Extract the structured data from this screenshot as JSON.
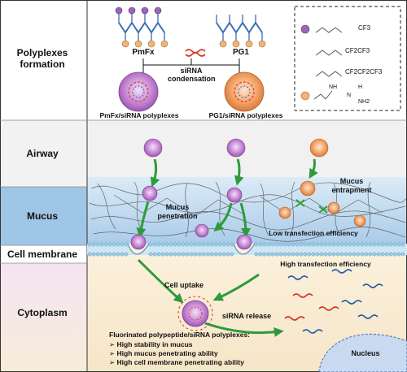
{
  "rows": [
    {
      "label": "Polyplexes formation"
    },
    {
      "label": "Airway"
    },
    {
      "label": "Mucus"
    },
    {
      "label": "Cell membrane"
    },
    {
      "label": "Cytoplasm"
    }
  ],
  "formation": {
    "polymer_a": "PmFx",
    "polymer_b": "PG1",
    "condensation": "siRNA condensation",
    "polyplex_a": "PmFx/siRNA polyplexes",
    "polyplex_b": "PG1/siRNA polyplexes"
  },
  "legend_box": {
    "formulas": [
      "CF3",
      "CF2CF3",
      "CF2CF2CF3"
    ],
    "guanidine_nh": "NH",
    "guanidine_h": "H",
    "guanidine_nh2": "NH2",
    "guanidine_n": "N"
  },
  "annotations": {
    "mucus_penetration": "Mucus penetration",
    "mucus_entrapment": "Mucus entrapment",
    "low_transfection": "Low transfection efficiency",
    "high_transfection": "High transfection efficiency",
    "cell_uptake": "Cell uptake",
    "sirna_release": "siRNA release",
    "nucleus": "Nucleus"
  },
  "summary": {
    "heading": "Fluorinated polypeptide/siRNA polyplexes:",
    "bullets": [
      "High stability in mucus",
      "High mucus penetrating ability",
      "High cell membrane penetrating ability"
    ],
    "bullet_marker": "➢"
  },
  "colors": {
    "mucus_band": "#bcd8ef",
    "arrow_green": "#2e9a3c",
    "polyplex_purple": "#c58ad4",
    "polyplex_orange": "#f2a56b",
    "sirna_red": "#d9352b",
    "sirna_blue": "#2d5fa8"
  }
}
